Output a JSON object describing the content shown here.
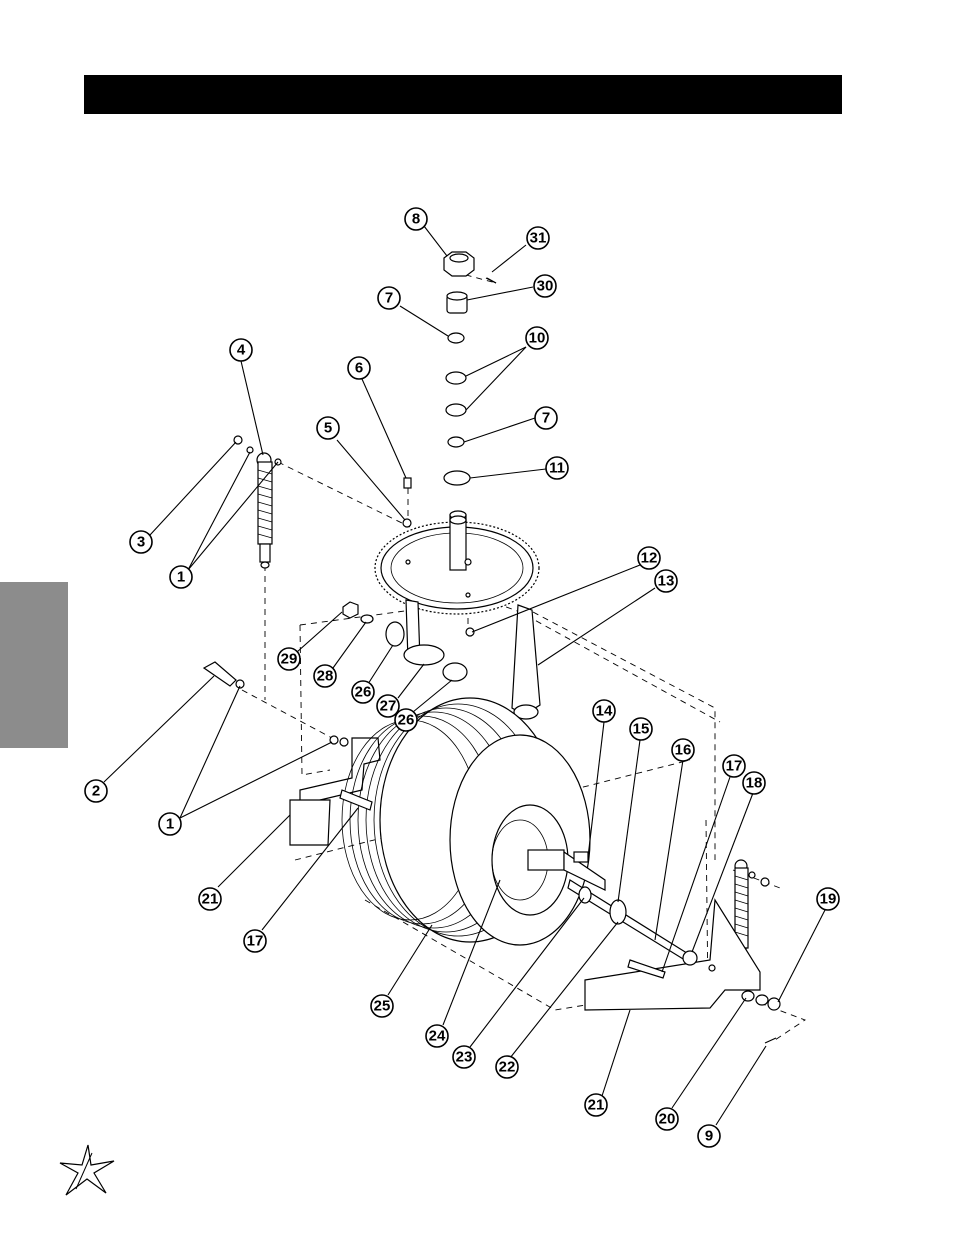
{
  "header": {
    "title_bar": ""
  },
  "callouts": [
    {
      "id": "c8",
      "label": "8"
    },
    {
      "id": "c31",
      "label": "31"
    },
    {
      "id": "c30",
      "label": "30"
    },
    {
      "id": "c7a",
      "label": "7"
    },
    {
      "id": "c10",
      "label": "10"
    },
    {
      "id": "c4",
      "label": "4"
    },
    {
      "id": "c6",
      "label": "6"
    },
    {
      "id": "c7b",
      "label": "7"
    },
    {
      "id": "c5",
      "label": "5"
    },
    {
      "id": "c11",
      "label": "11"
    },
    {
      "id": "c3",
      "label": "3"
    },
    {
      "id": "c1a",
      "label": "1"
    },
    {
      "id": "c12",
      "label": "12"
    },
    {
      "id": "c13",
      "label": "13"
    },
    {
      "id": "c29",
      "label": "29"
    },
    {
      "id": "c28",
      "label": "28"
    },
    {
      "id": "c26a",
      "label": "26"
    },
    {
      "id": "c27",
      "label": "27"
    },
    {
      "id": "c26b",
      "label": "26"
    },
    {
      "id": "c14",
      "label": "14"
    },
    {
      "id": "c15",
      "label": "15"
    },
    {
      "id": "c16",
      "label": "16"
    },
    {
      "id": "c17a",
      "label": "17"
    },
    {
      "id": "c18",
      "label": "18"
    },
    {
      "id": "c2",
      "label": "2"
    },
    {
      "id": "c1b",
      "label": "1"
    },
    {
      "id": "c19",
      "label": "19"
    },
    {
      "id": "c21a",
      "label": "21"
    },
    {
      "id": "c17b",
      "label": "17"
    },
    {
      "id": "c25",
      "label": "25"
    },
    {
      "id": "c24",
      "label": "24"
    },
    {
      "id": "c23",
      "label": "23"
    },
    {
      "id": "c22",
      "label": "22"
    },
    {
      "id": "c21b",
      "label": "21"
    },
    {
      "id": "c20",
      "label": "20"
    },
    {
      "id": "c9",
      "label": "9"
    }
  ]
}
